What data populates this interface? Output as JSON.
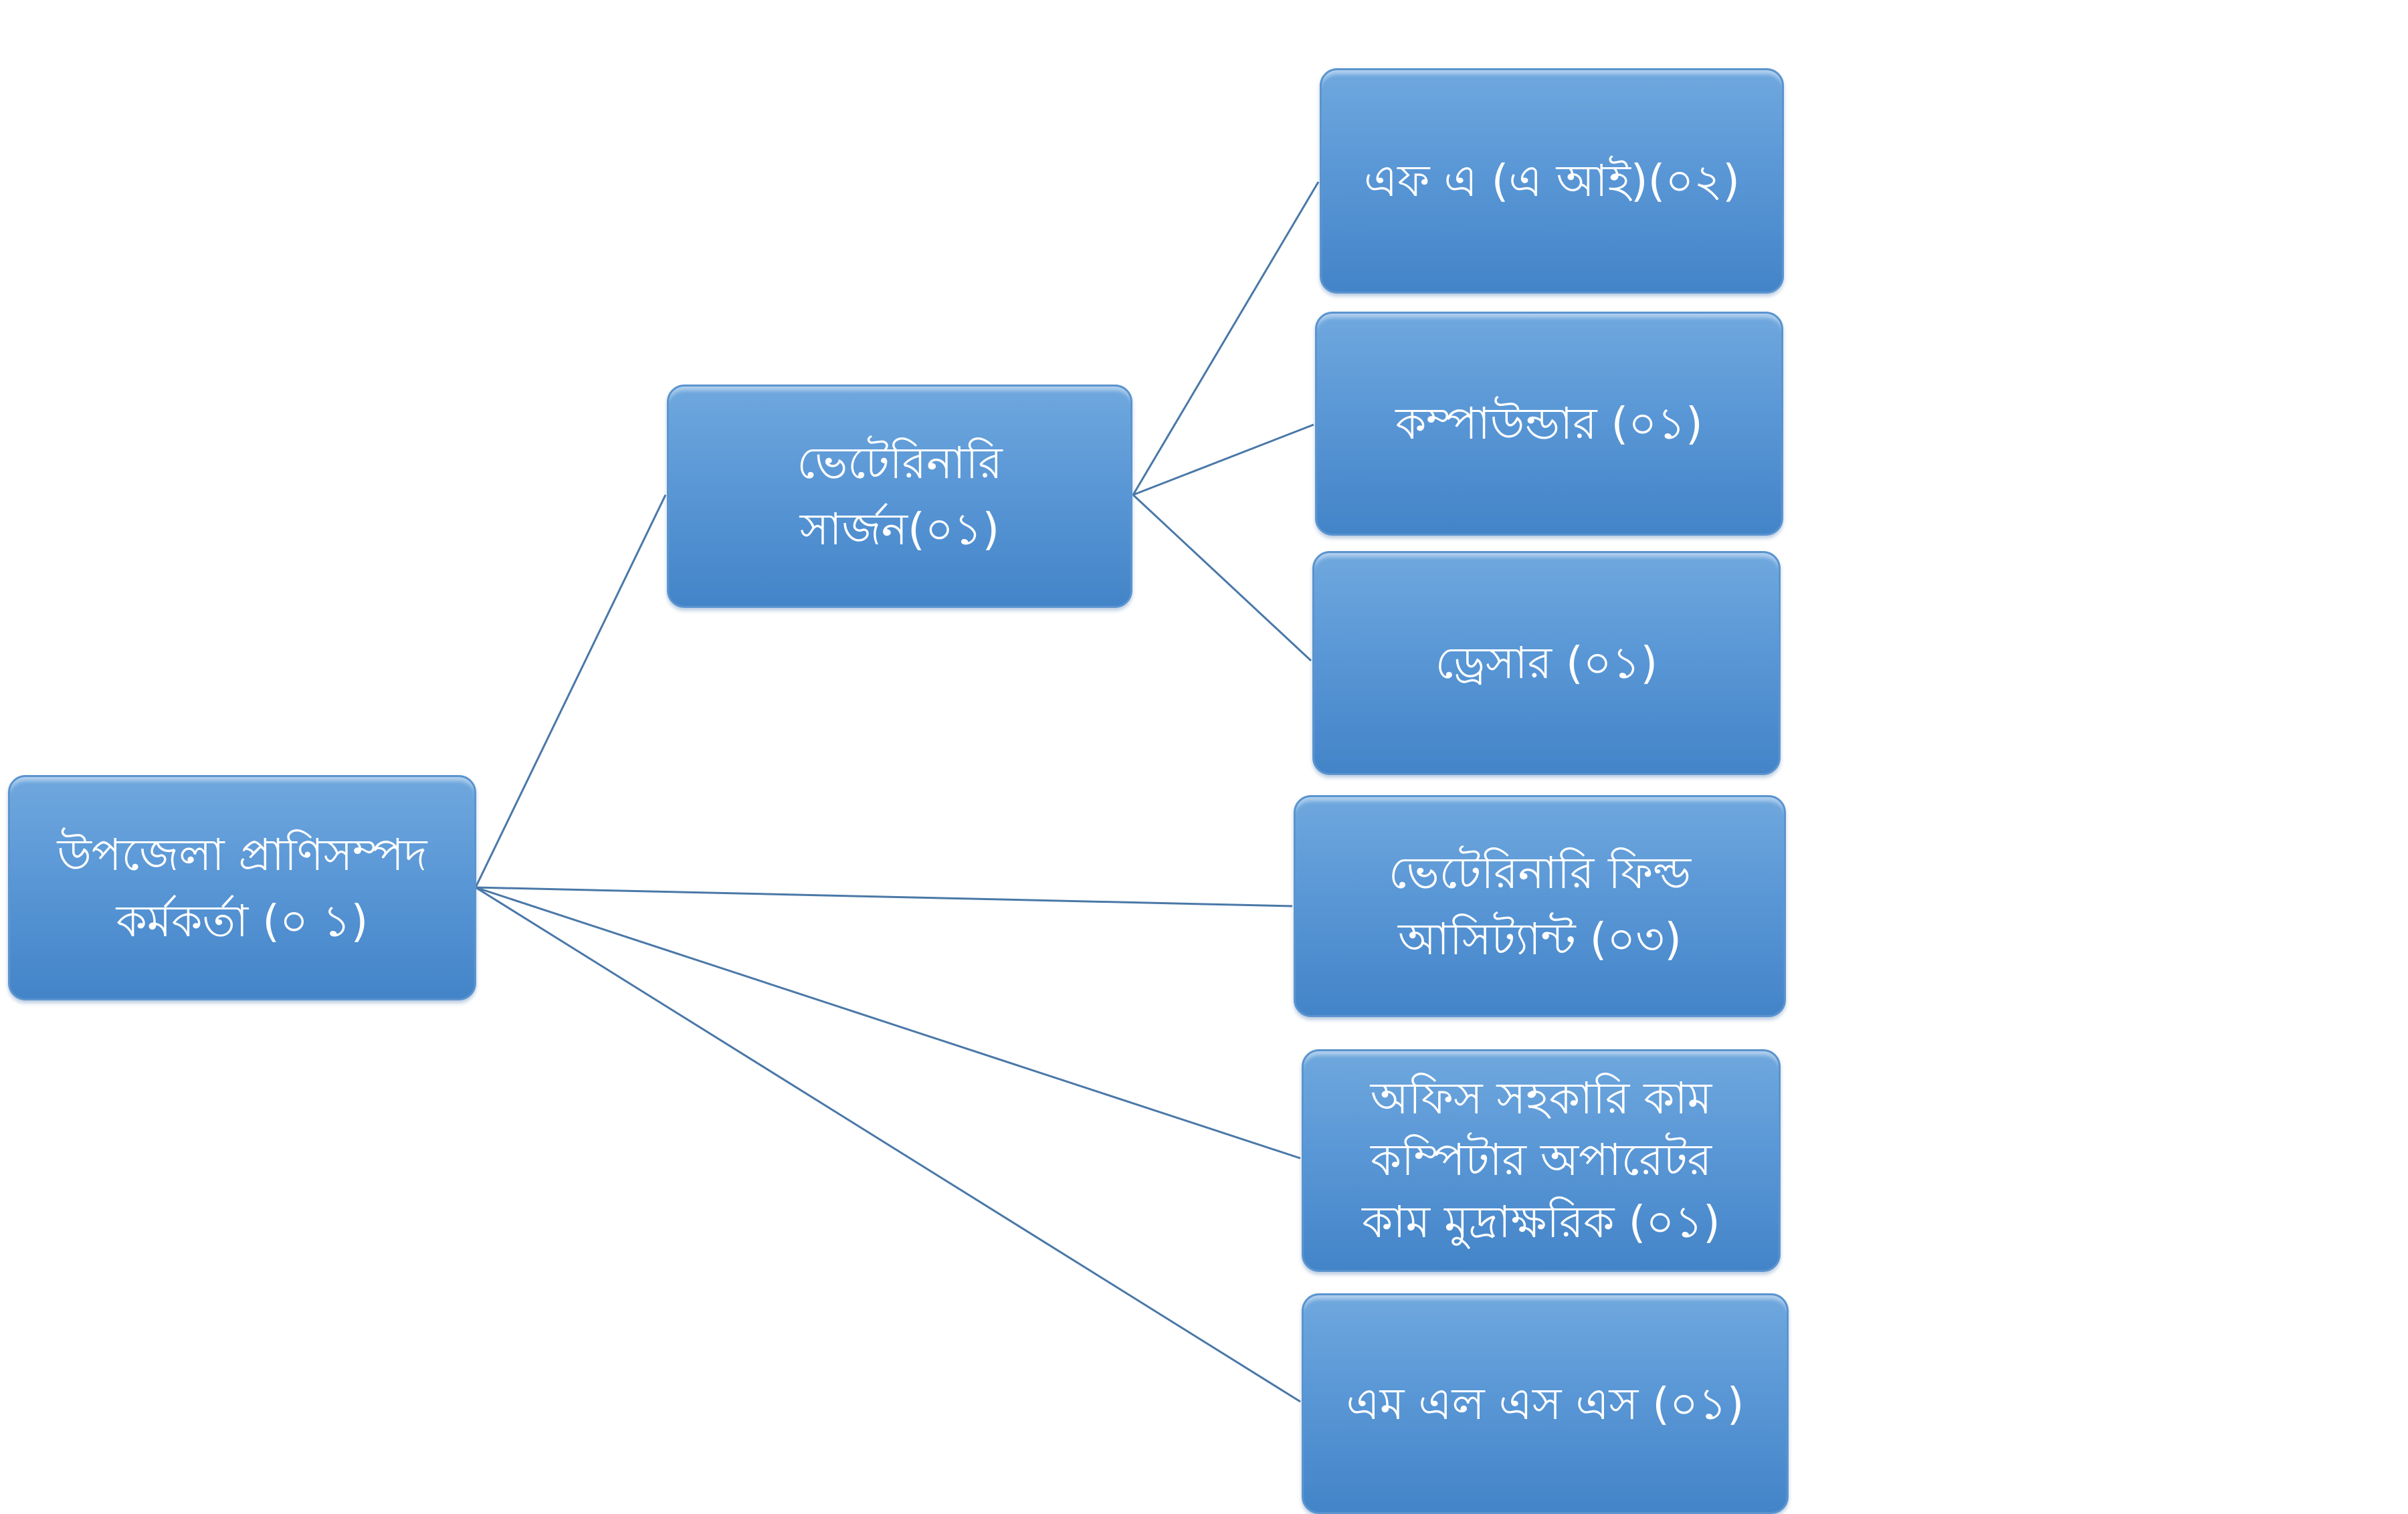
{
  "root": {
    "label": "উপজেলা প্রাণিসম্পদ\nকর্মকর্তা (০ ১)"
  },
  "surgeon": {
    "label": "ভেটেরিনারি\nসার্জন(০১)"
  },
  "surgeon_children": [
    {
      "label": "এফ এ (এ আই)(০২)"
    },
    {
      "label": "কম্পাউন্ডার (০১)"
    },
    {
      "label": "ড্রেসার (০১)"
    }
  ],
  "root_children": [
    {
      "label": "ভেটেরিনারি ফিল্ড\nআসিট্যান্ট (০৩)"
    },
    {
      "label": "অফিস সহকারি কাম\nকম্পিটার অপারেটর\nকাম মুদ্রাক্ষরিক (০১)"
    },
    {
      "label": "এম এল এস এস (০১)"
    }
  ],
  "colors": {
    "node_top": "#6fa8de",
    "node_bottom": "#4384c8",
    "connector": "#4a78a8"
  }
}
